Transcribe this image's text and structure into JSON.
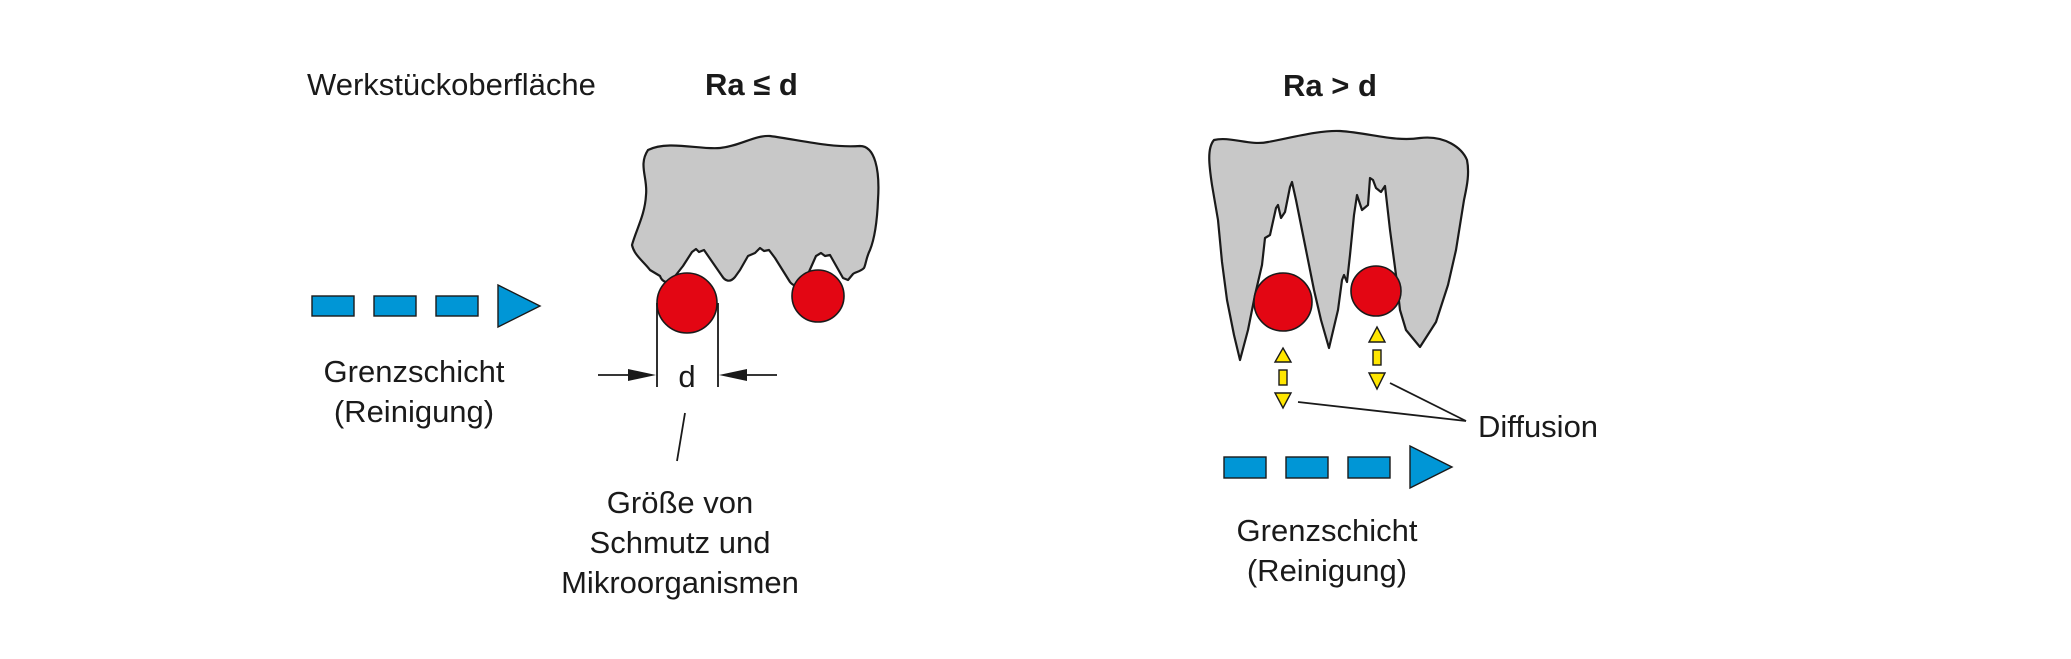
{
  "colors": {
    "surface_fill": "#c8c8c8",
    "outline": "#1a1a1a",
    "particle": "#e30613",
    "flow_arrow": "#0096d6",
    "diffusion_arrow": "#ffe600",
    "background": "#ffffff"
  },
  "left_panel": {
    "surface_label": "Werkstückoberfläche",
    "title": "Ra ≤ d",
    "flow_label_line1": "Grenzschicht",
    "flow_label_line2": "(Reinigung)",
    "dimension_label": "d",
    "size_label_line1": "Größe von",
    "size_label_line2": "Schmutz und",
    "size_label_line3": "Mikroorganismen",
    "particles": 2
  },
  "right_panel": {
    "title": "Ra > d",
    "diffusion_label": "Diffusion",
    "flow_label_line1": "Grenzschicht",
    "flow_label_line2": "(Reinigung)",
    "particles": 2
  },
  "icons": {
    "flow_arrow": "dashed-right-arrow-icon",
    "diffusion_arrow": "double-headed-vertical-arrow-icon",
    "particle": "circle-particle-icon"
  }
}
